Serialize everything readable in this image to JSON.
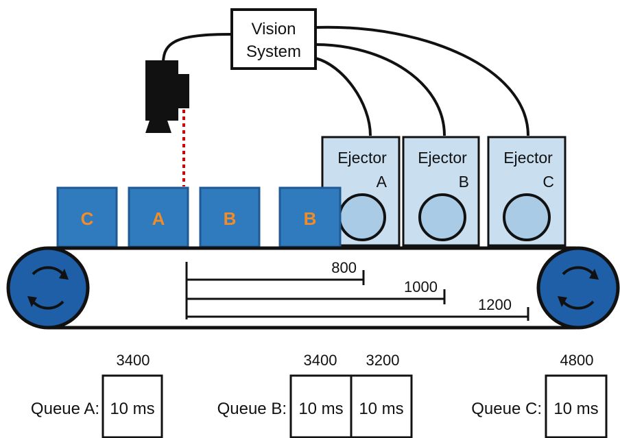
{
  "vision_system": {
    "line1": "Vision",
    "line2": "System"
  },
  "ejectors": [
    {
      "word": "Ejector",
      "letter": "A"
    },
    {
      "word": "Ejector",
      "letter": "B"
    },
    {
      "word": "Ejector",
      "letter": "C"
    }
  ],
  "boxes": [
    "C",
    "A",
    "B",
    "B"
  ],
  "distances": [
    "800",
    "1000",
    "1200"
  ],
  "queues": [
    {
      "label": "Queue A:",
      "slots": [
        {
          "top": "3400",
          "value": "10 ms"
        }
      ]
    },
    {
      "label": "Queue B:",
      "slots": [
        {
          "top": "3400",
          "value": "10 ms"
        },
        {
          "top": "3200",
          "value": "10 ms"
        }
      ]
    },
    {
      "label": "Queue C:",
      "slots": [
        {
          "top": "4800",
          "value": "10 ms"
        }
      ]
    }
  ],
  "colors": {
    "box_fill": "#2f7bbd",
    "box_letter": "#f28c28",
    "ejector_fill": "#c9dff0",
    "ejector_circle": "#a9cbe6",
    "pulley": "#1f5fa8",
    "beam": "#cc0000"
  }
}
